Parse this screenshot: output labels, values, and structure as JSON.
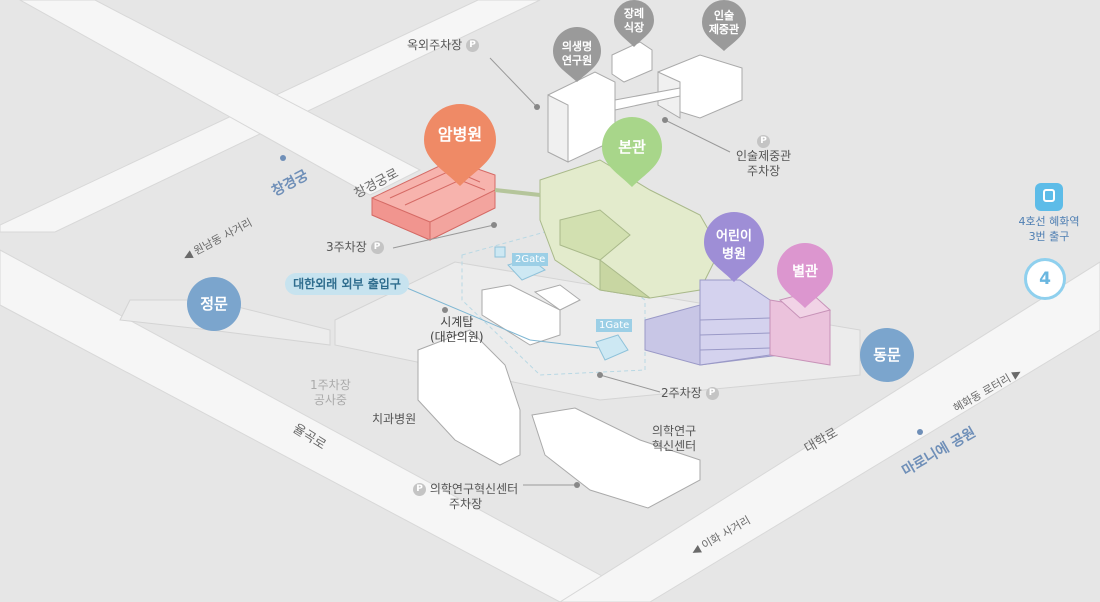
{
  "map": {
    "pins": {
      "cancer": "암병원",
      "main": "본관",
      "children": [
        "어린이",
        "병원"
      ],
      "annex": "별관",
      "life": [
        "의생명",
        "연구원"
      ],
      "funeral": [
        "장례",
        "식장"
      ],
      "print": [
        "인술",
        "제중관"
      ]
    },
    "labels": {
      "outdoor_parking": "옥외주차장",
      "insul_parking": [
        "인술제중관",
        "주차장"
      ],
      "parking3": "3주차장",
      "clock_tower": "시계탑",
      "clock_tower_sub": "(대한의원)",
      "parking1": [
        "1주차장",
        "공사중"
      ],
      "dental": "치과병원",
      "research": [
        "의학연구",
        "혁신센터"
      ],
      "research_parking": [
        "의학연구혁신센터",
        "주차장"
      ],
      "parking2": "2주차장",
      "parking_mark": "P"
    },
    "roads": {
      "changgyeong_ro": "창경궁로",
      "wonnam": "◀ 원남동 사거리",
      "yulgok": "율곡로",
      "daehak": "대학로",
      "ihwa": "◀ 이화 사거리",
      "hyehwa": "혜화동 로터리 ▶"
    },
    "places": {
      "changgyeonggung": "창경궁",
      "marronnier": "마로니에 공원"
    },
    "gates": {
      "main": "정문",
      "east": "동문",
      "gate1": "1Gate",
      "gate2": "2Gate",
      "banner": "대한외래 외부 출입구"
    },
    "subway": {
      "line": "4호선 혜화역",
      "exit_text": "3번 출구",
      "exit_number": "4"
    }
  }
}
